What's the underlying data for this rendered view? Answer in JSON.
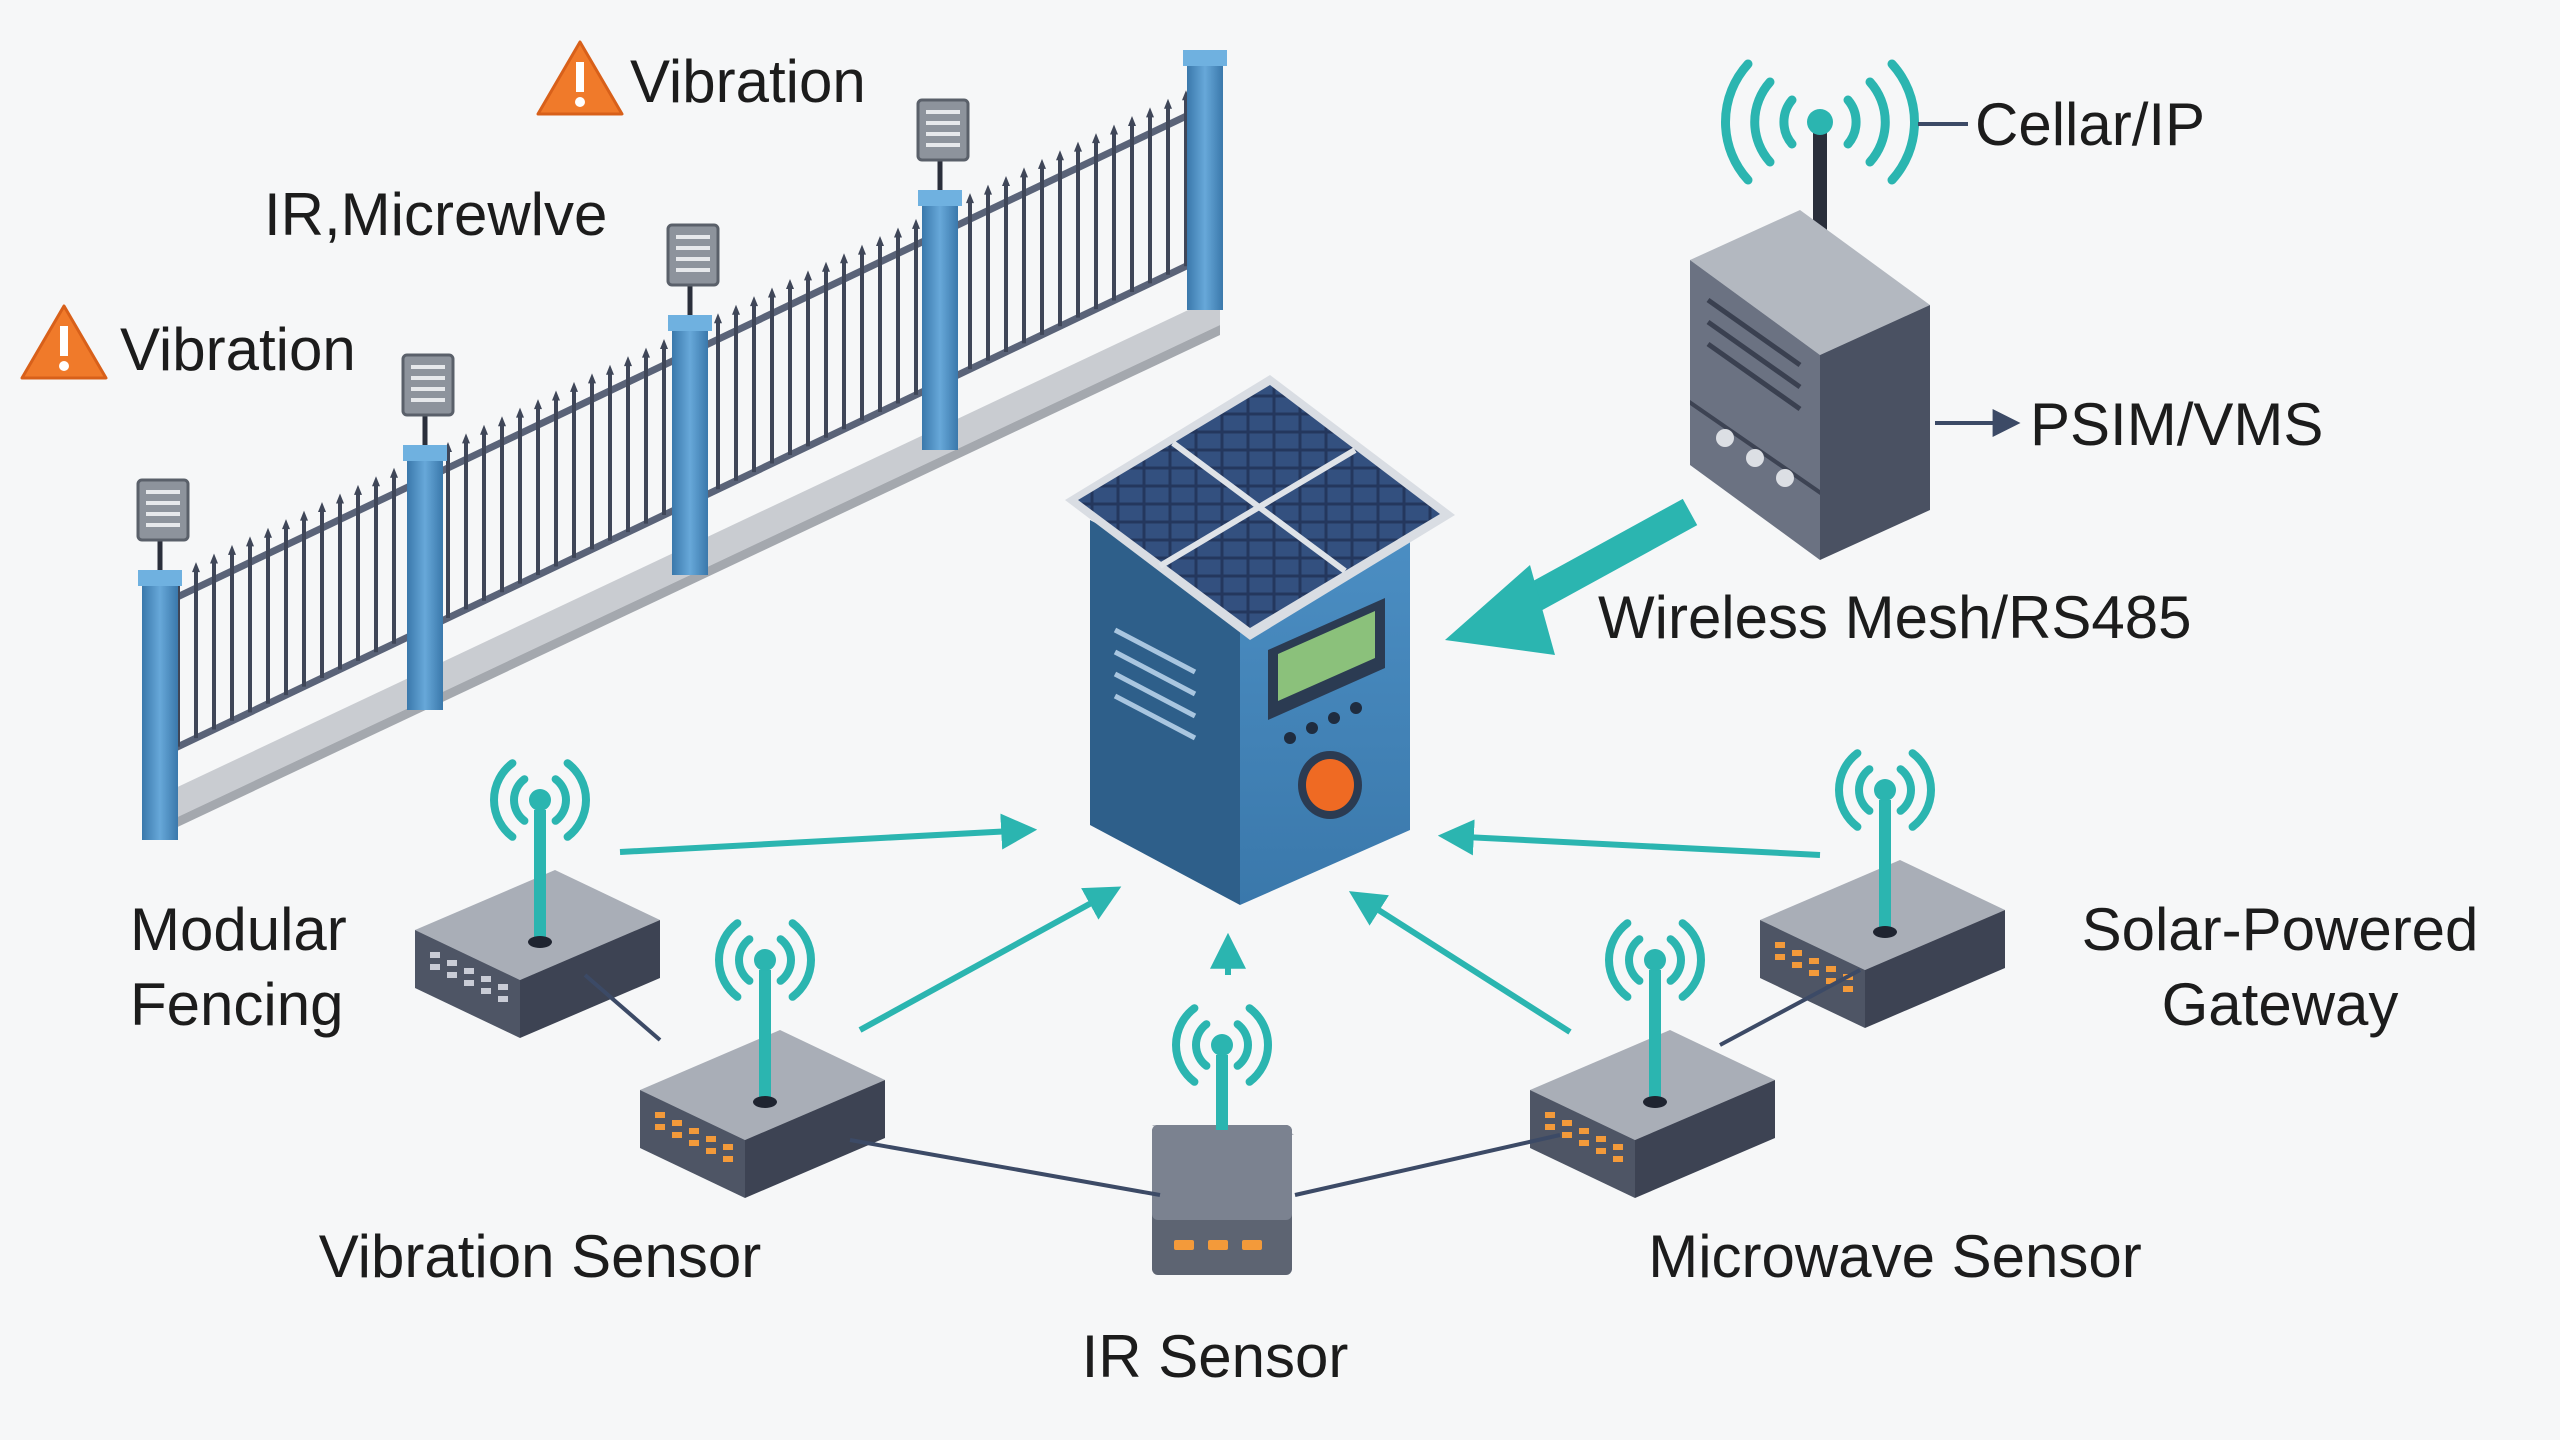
{
  "labels": {
    "fence_top_alert": "Vibration",
    "fence_mid": "IR,Micrewlve",
    "fence_left_alert": "Vibration",
    "cellular": "Cellar/IP",
    "psim": "PSIM/VMS",
    "wireless_mesh": "Wireless Mesh/RS485",
    "modular_line1": "Modular",
    "modular_line2": "Fencing",
    "solar_line1": "Solar-Powered",
    "solar_line2": "Gateway",
    "vibration_sensor": "Vibration Sensor",
    "ir_sensor": "IR Sensor",
    "microwave_sensor": "Microwave Sensor"
  },
  "colors": {
    "background": "#f6f7f8",
    "teal_accent": "#2bb5b0",
    "warning_orange": "#f07a2a",
    "post_blue": "#4a8fc7",
    "cabinet_blue": "#3f7fb5",
    "device_gray": "#5d6472",
    "text": "#1c1c1c"
  },
  "icons": {
    "warning": "warning-triangle-icon",
    "signal": "wireless-signal-icon",
    "solar": "solar-panel-icon",
    "arrow": "arrow-right-icon"
  }
}
